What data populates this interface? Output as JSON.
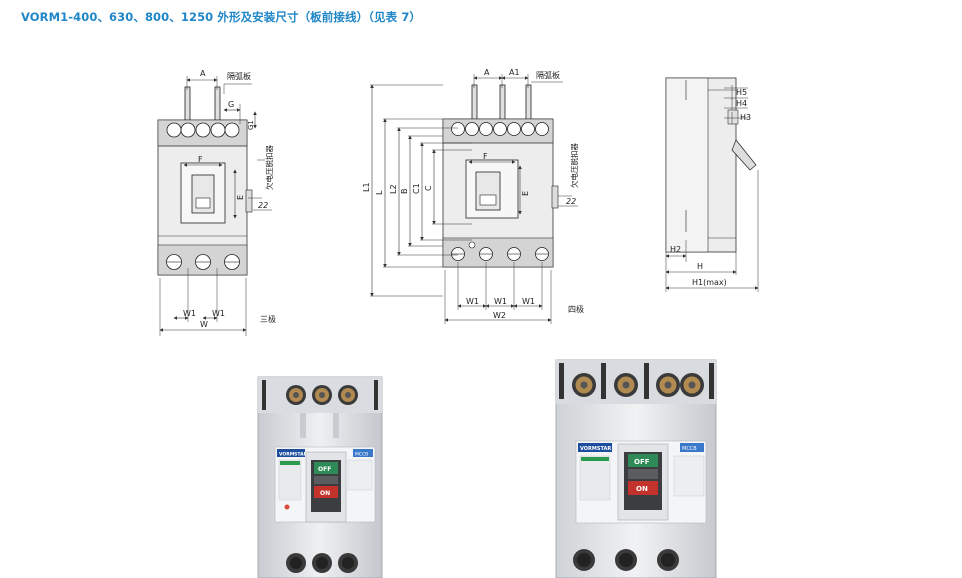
{
  "title": "VORM1-400、630、800、1250 外形及安装尺寸（板前接线）（见表 7）",
  "drawing3p": {
    "dim_A": "A",
    "dim_G": "G",
    "dim_G1": "G1",
    "dim_F": "F",
    "dim_E": "E",
    "dim_22": "22",
    "dim_W1": "W1",
    "dim_W": "W",
    "label_arc": "隔弧板",
    "label_undervoltage": "欠电压脱扣器",
    "caption": "三极"
  },
  "drawing4p": {
    "dim_A": "A",
    "dim_A1": "A1",
    "dim_F": "F",
    "dim_E": "E",
    "dim_22": "22",
    "dim_L1": "L1",
    "dim_L": "L",
    "dim_L2": "L2",
    "dim_B": "B",
    "dim_C1": "C1",
    "dim_C": "C",
    "dim_W1": "W1",
    "dim_W2": "W2",
    "label_arc": "隔弧板",
    "label_undervoltage": "欠电压脱扣器",
    "caption": "四极"
  },
  "drawingSide": {
    "dim_H5": "H5",
    "dim_H4": "H4",
    "dim_H3": "H3",
    "dim_H2": "H2",
    "dim_H": "H",
    "dim_H1": "H1(max)"
  },
  "photo1": {
    "brand": "VORMSTAR",
    "off": "OFF",
    "on": "ON",
    "badge": "MCCB"
  },
  "photo2": {
    "brand": "VORMSTAR",
    "off": "OFF",
    "on": "ON",
    "badge": "MCCB"
  }
}
